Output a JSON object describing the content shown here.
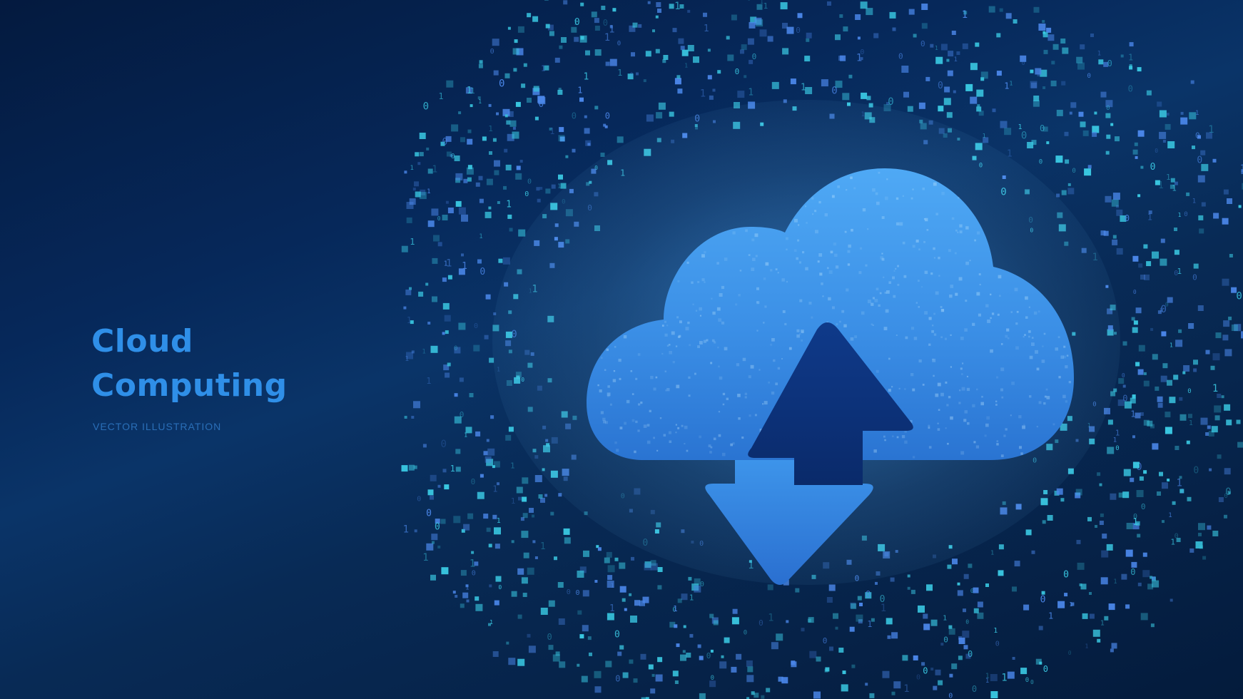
{
  "banner": {
    "title_line_1": "Cloud",
    "title_line_2": "Computing",
    "subtitle": "VECTOR ILLUSTRATION"
  },
  "illustration": {
    "icon": "cloud-upload-download-icon",
    "particle_digits": [
      "0",
      "1"
    ]
  },
  "colors": {
    "background_dark": "#031634",
    "background_mid": "#0a3468",
    "title": "#2f8fe8",
    "subtitle": "#2a6fb8",
    "cloud_light": "#4fa9f5",
    "cloud_dark": "#1f5fbf",
    "arrow": "#0b2f78",
    "particle_cyan": "#39c6e0",
    "particle_blue": "#4a86e8"
  }
}
